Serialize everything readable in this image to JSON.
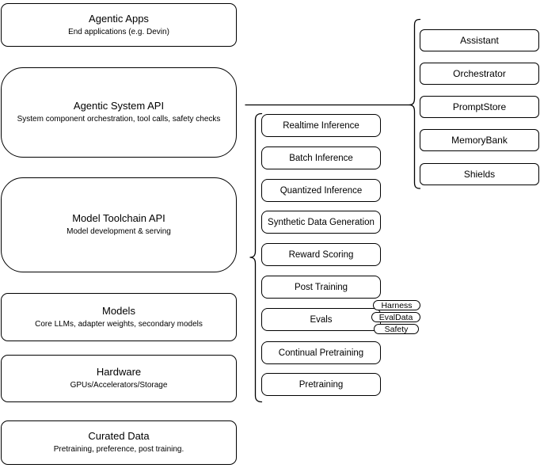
{
  "left_column": {
    "boxes": [
      {
        "title": "Agentic Apps",
        "subtitle": "End applications (e.g. Devin)"
      },
      {
        "title": "Agentic System API",
        "subtitle": "System component orchestration, tool calls, safety checks"
      },
      {
        "title": "Model Toolchain API",
        "subtitle": "Model development & serving"
      },
      {
        "title": "Models",
        "subtitle": "Core LLMs, adapter weights, secondary models"
      },
      {
        "title": "Hardware",
        "subtitle": "GPUs/Accelerators/Storage"
      },
      {
        "title": "Curated Data",
        "subtitle": "Pretraining, preference, post training."
      }
    ]
  },
  "toolchain_group": {
    "attached_to": "Model Toolchain API",
    "boxes": [
      {
        "label": "Realtime Inference"
      },
      {
        "label": "Batch Inference"
      },
      {
        "label": "Quantized Inference"
      },
      {
        "label": "Synthetic Data Generation"
      },
      {
        "label": "Reward Scoring"
      },
      {
        "label": "Post Training"
      },
      {
        "label": "Evals"
      },
      {
        "label": "Continual Pretraining"
      },
      {
        "label": "Pretraining"
      }
    ]
  },
  "evals_tags": {
    "attached_to": "Evals",
    "boxes": [
      {
        "label": "Harness"
      },
      {
        "label": "EvalData"
      },
      {
        "label": "Safety"
      }
    ]
  },
  "system_group": {
    "attached_to": "Agentic System API",
    "boxes": [
      {
        "label": "Assistant"
      },
      {
        "label": "Orchestrator"
      },
      {
        "label": "PromptStore"
      },
      {
        "label": "MemoryBank"
      },
      {
        "label": "Shields"
      }
    ]
  },
  "colors": {
    "stroke": "#000000",
    "background": "#ffffff",
    "text": "#000000"
  }
}
